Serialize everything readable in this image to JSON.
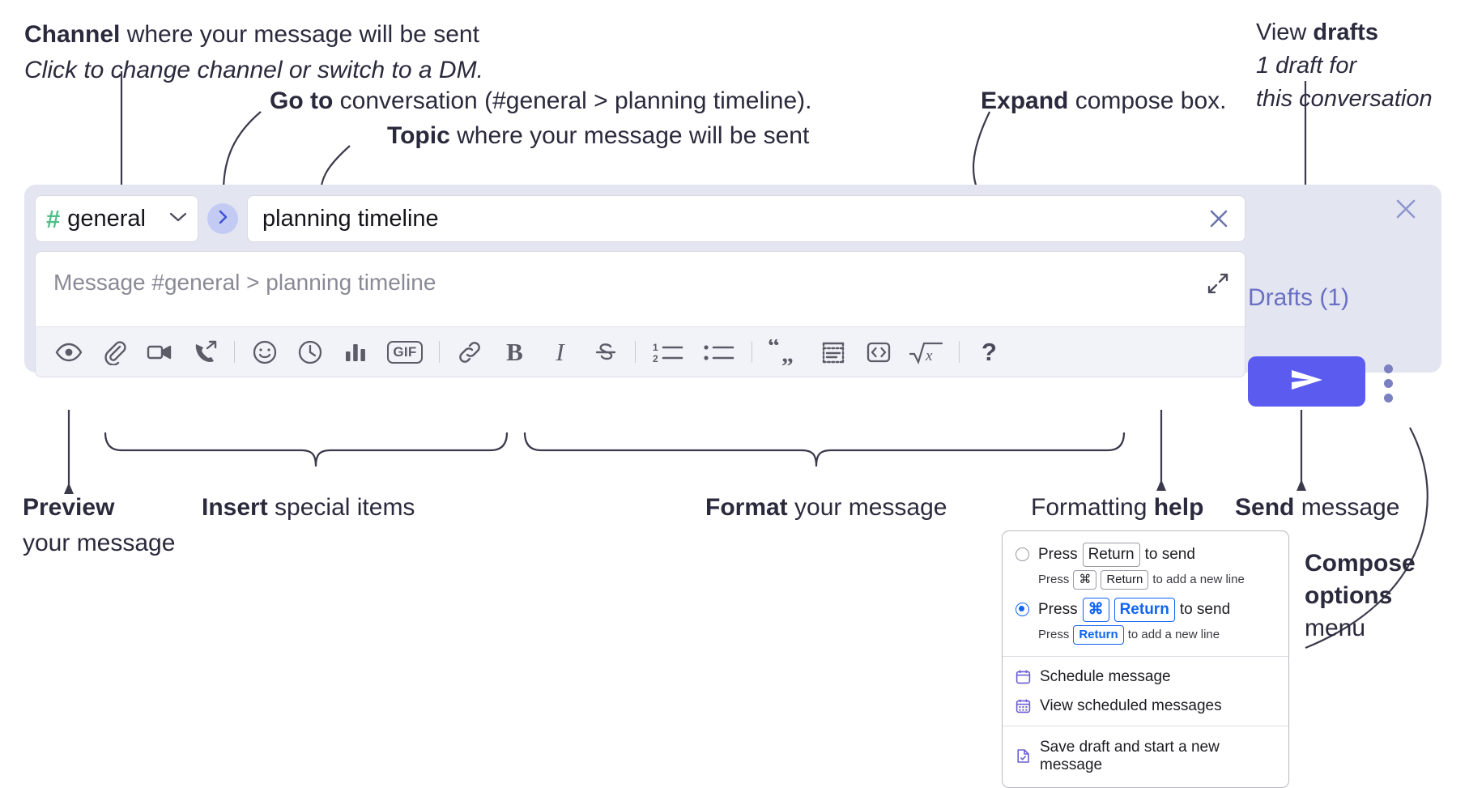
{
  "annotations": {
    "channel": {
      "bold": "Channel",
      "rest": " where your message will be sent",
      "italic": "Click to change channel or switch to a DM."
    },
    "goto": {
      "bold": "Go to",
      "rest": " conversation (#general > planning timeline)."
    },
    "topic": {
      "bold": "Topic",
      "rest": " where your message will be sent"
    },
    "expand": {
      "bold": "Expand",
      "rest": " compose box."
    },
    "drafts": {
      "pre": "View ",
      "bold": "drafts",
      "italic1": "1 draft for",
      "italic2": "this conversation"
    },
    "preview": {
      "bold": "Preview",
      "rest": "your message"
    },
    "insert": {
      "bold": "Insert",
      "rest": " special items"
    },
    "format": {
      "bold": "Format",
      "rest": " your message"
    },
    "help": {
      "pre": "Formatting ",
      "bold": "help"
    },
    "send": {
      "bold": "Send",
      "rest": " message"
    },
    "compose_options": {
      "bold1": "Compose",
      "bold2": "options",
      "rest": "menu"
    }
  },
  "compose": {
    "channel_name": "general",
    "channel_hash": "#",
    "chevron_icon": "chevron-down-icon",
    "goto_icon": "chevron-right-icon",
    "topic_value": "planning timeline",
    "topic_clear_icon": "close-icon",
    "message_placeholder": "Message #general > planning timeline",
    "expand_icon": "expand-icon",
    "panel_close_icon": "close-icon",
    "drafts_label": "Drafts (1)",
    "send_icon": "send-paper-plane-icon",
    "kebab_icon": "more-options-icon",
    "toolbar": [
      {
        "name": "preview-icon",
        "label": "Preview"
      },
      {
        "name": "attachment-icon",
        "label": "Attach file"
      },
      {
        "name": "video-icon",
        "label": "Video clip"
      },
      {
        "name": "audio-call-icon",
        "label": "Audio clip"
      },
      {
        "name": "divider",
        "label": ""
      },
      {
        "name": "emoji-icon",
        "label": "Emoji"
      },
      {
        "name": "schedule-clock-icon",
        "label": "Schedule"
      },
      {
        "name": "poll-bar-chart-icon",
        "label": "Poll"
      },
      {
        "name": "gif-icon",
        "label": "GIF"
      },
      {
        "name": "divider",
        "label": ""
      },
      {
        "name": "link-icon",
        "label": "Link"
      },
      {
        "name": "bold-icon",
        "label": "B"
      },
      {
        "name": "italic-icon",
        "label": "I"
      },
      {
        "name": "strikethrough-icon",
        "label": "Strikethrough"
      },
      {
        "name": "divider",
        "label": ""
      },
      {
        "name": "ordered-list-icon",
        "label": "Ordered list"
      },
      {
        "name": "bulleted-list-icon",
        "label": "Bulleted list"
      },
      {
        "name": "divider",
        "label": ""
      },
      {
        "name": "blockquote-icon",
        "label": "Blockquote"
      },
      {
        "name": "code-block-icon",
        "label": "Code block"
      },
      {
        "name": "inline-code-icon",
        "label": "Code"
      },
      {
        "name": "math-icon",
        "label": "Math"
      },
      {
        "name": "divider",
        "label": ""
      },
      {
        "name": "help-icon",
        "label": "?"
      }
    ]
  },
  "options_menu": {
    "option1": {
      "pre": "Press",
      "key": "Return",
      "post": "to send",
      "selected": false,
      "sub_pre": "Press",
      "sub_key1": "⌘",
      "sub_key2": "Return",
      "sub_post": "to add a new line"
    },
    "option2": {
      "pre": "Press",
      "key1": "⌘",
      "key2": "Return",
      "post": "to send",
      "selected": true,
      "sub_pre": "Press",
      "sub_key": "Return",
      "sub_post": "to add a new line"
    },
    "items": [
      {
        "icon": "calendar-icon",
        "label": "Schedule message"
      },
      {
        "icon": "calendar-grid-icon",
        "label": "View scheduled messages"
      },
      {
        "icon": "save-draft-icon",
        "label": "Save draft and start a new message"
      }
    ]
  },
  "colors": {
    "panel_bg": "#e3e5f1",
    "send_button": "#5b5bf0",
    "hash_green": "#4fc08a",
    "drafts_text": "#6a71c4",
    "goto_circle": "#c3cbf4",
    "accent_blue": "#1264f0"
  }
}
